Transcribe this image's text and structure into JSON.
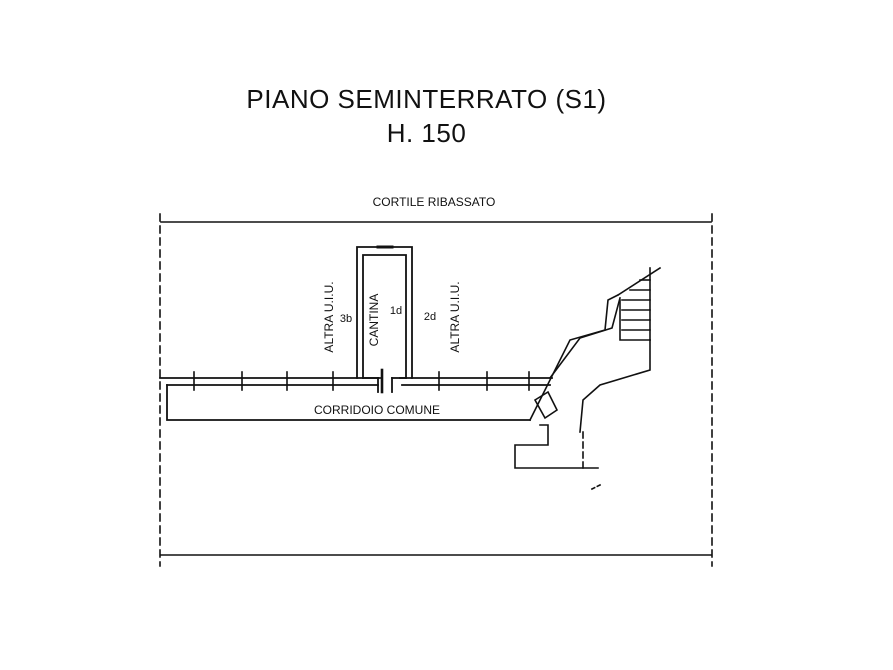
{
  "title": "PIANO SEMINTERRATO (S1)",
  "subtitle": "H. 150",
  "labels": {
    "courtyard": "CORTILE RIBASSATO",
    "corridor": "CORRIDOIO COMUNE",
    "cellar": "CANTINA",
    "cellar_code": "1d",
    "left_unit": "ALTRA U.I.U.",
    "left_unit_code": "3b",
    "right_unit": "ALTRA U.I.U.",
    "right_unit_code": "2d"
  },
  "colors": {
    "ink": "#111111",
    "background": "#ffffff"
  }
}
